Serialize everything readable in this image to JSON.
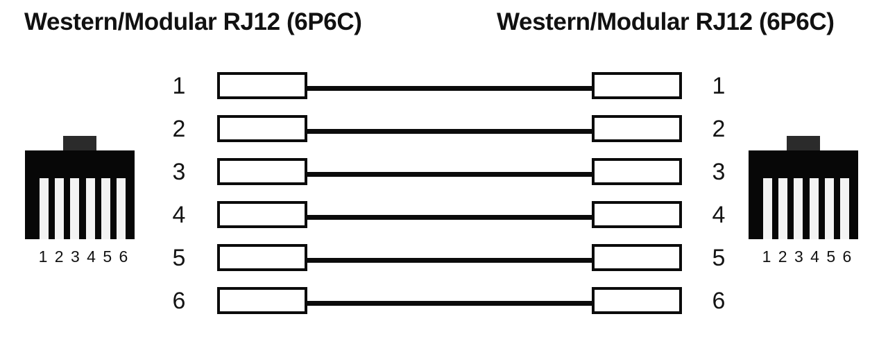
{
  "diagram": {
    "type": "cable-pinout",
    "title_left": "Western/Modular RJ12 (6P6C)",
    "title_right": "Western/Modular RJ12 (6P6C)",
    "wiring_scheme": "straight-through",
    "pin_count": 6,
    "colors": {
      "background": "#ffffff",
      "ink": "#0b0b0b",
      "jack_body": "#070707",
      "jack_tab": "#2b2b2b",
      "jack_pin": "#f3f3f3"
    },
    "rows": [
      {
        "left_pin": "1",
        "right_pin": "1"
      },
      {
        "left_pin": "2",
        "right_pin": "2"
      },
      {
        "left_pin": "3",
        "right_pin": "3"
      },
      {
        "left_pin": "4",
        "right_pin": "4"
      },
      {
        "left_pin": "5",
        "right_pin": "5"
      },
      {
        "left_pin": "6",
        "right_pin": "6"
      }
    ],
    "jack_left": {
      "label": "Western/Modular RJ12 (6P6C) connector",
      "pin_labels": [
        "1",
        "2",
        "3",
        "4",
        "5",
        "6"
      ]
    },
    "jack_right": {
      "label": "Western/Modular RJ12 (6P6C) connector",
      "pin_labels": [
        "1",
        "2",
        "3",
        "4",
        "5",
        "6"
      ]
    }
  }
}
